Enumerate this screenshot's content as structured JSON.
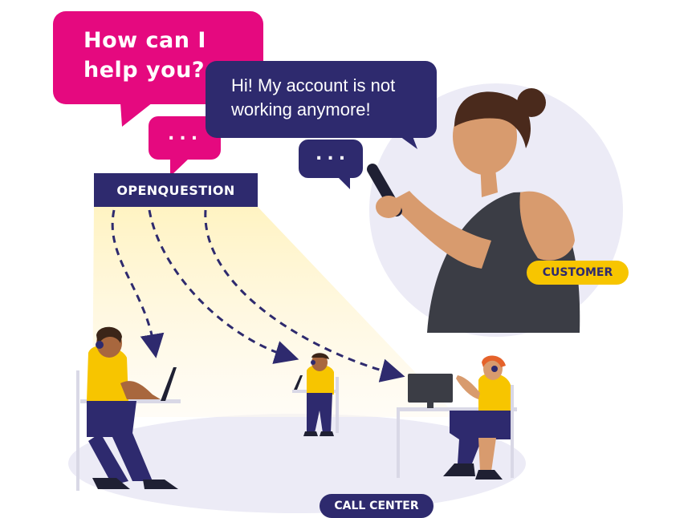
{
  "agent_bubble": {
    "text": "How can I help you?",
    "color": "#e5097f"
  },
  "customer_bubble": {
    "text": "Hi! My account is not working anymore!",
    "color": "#2e2a6e"
  },
  "typing_indicators": {
    "agent": "...",
    "customer": "..."
  },
  "labels": {
    "openquestion": "OPENQUESTION",
    "customer": "CUSTOMER",
    "call_center": "CALL CENTER"
  },
  "colors": {
    "navy": "#2e2a6e",
    "magenta": "#e5097f",
    "yellow": "#f7c500",
    "light_beam": "#fff6cf",
    "floor": "#ecebf6",
    "skin": "#d89b6e"
  },
  "icons": [
    "phone-icon",
    "headset-icon",
    "laptop-icon",
    "monitor-icon",
    "dashed-arrow-icon"
  ]
}
